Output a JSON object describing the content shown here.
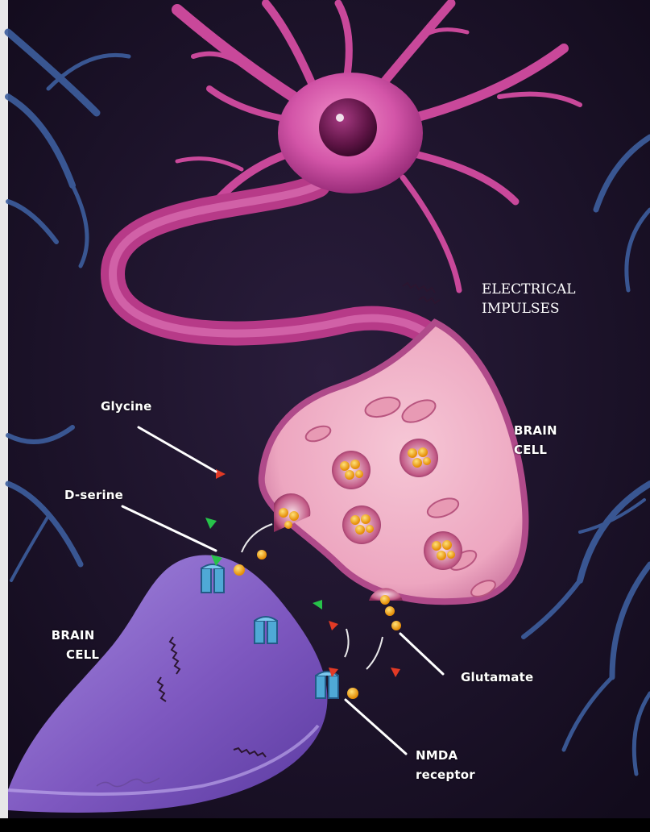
{
  "labels": {
    "electrical": [
      "ELECTRICAL",
      "IMPULSES"
    ],
    "brain_cell_top": [
      "BRAIN",
      "CELL"
    ],
    "brain_cell_left": [
      "BRAIN",
      "CELL"
    ],
    "glycine": "Glycine",
    "d_serine": "D-serine",
    "glutamate": "Glutamate",
    "nmda": [
      "NMDA",
      "receptor"
    ]
  },
  "colors": {
    "background": "#1a1228",
    "neuron": "#c9489a",
    "terminal": "#efb3c8",
    "postsynaptic": "#8a64c8",
    "dendrite": "#3d5e9e",
    "vesicle": "#f5a614",
    "glycine": "#e23a25",
    "d_serine": "#27c24a",
    "receptor": "#4fa9d6"
  }
}
